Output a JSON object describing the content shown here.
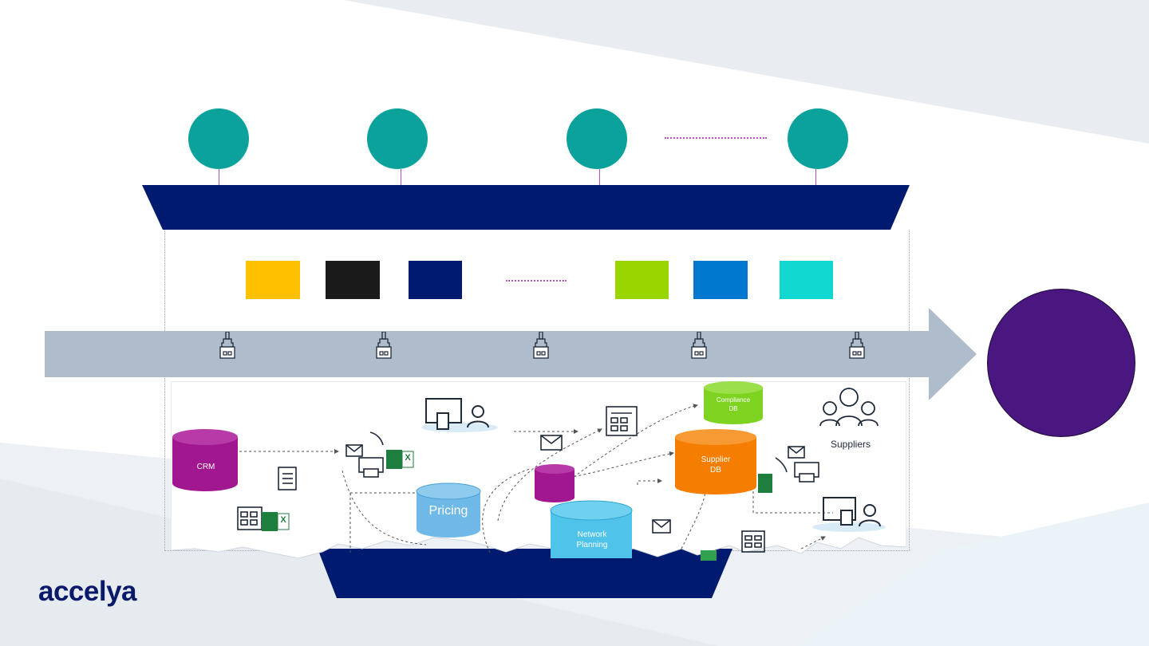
{
  "brand": {
    "logo_text": "accelya",
    "logo_color": "#0a1a6b"
  },
  "colors": {
    "teal": "#0aa29a",
    "navy": "#001a70",
    "arrow": "#aebccb",
    "purple_circle": "#4a167f",
    "connector": "#b64fbf"
  },
  "top_nodes": {
    "count": 4,
    "icon": "circle-node"
  },
  "channel_squares": [
    {
      "name": "yellow-square",
      "color": "#ffc000"
    },
    {
      "name": "black-square",
      "color": "#1a1a1a"
    },
    {
      "name": "navy-square",
      "color": "#001a70"
    },
    {
      "name": "green-square",
      "color": "#99d600"
    },
    {
      "name": "blue-square",
      "color": "#0078d0"
    },
    {
      "name": "cyan-square",
      "color": "#10d8d0"
    }
  ],
  "legacy": {
    "crm": "CRM",
    "pricing": "Pricing",
    "network_line1": "Network",
    "network_line2": "Planning",
    "supplier_line1": "Supplier",
    "supplier_line2": "DB",
    "compliance_line1": "Compliance",
    "compliance_line2": "DB",
    "suppliers": "Suppliers",
    "excel_mark": "X"
  }
}
